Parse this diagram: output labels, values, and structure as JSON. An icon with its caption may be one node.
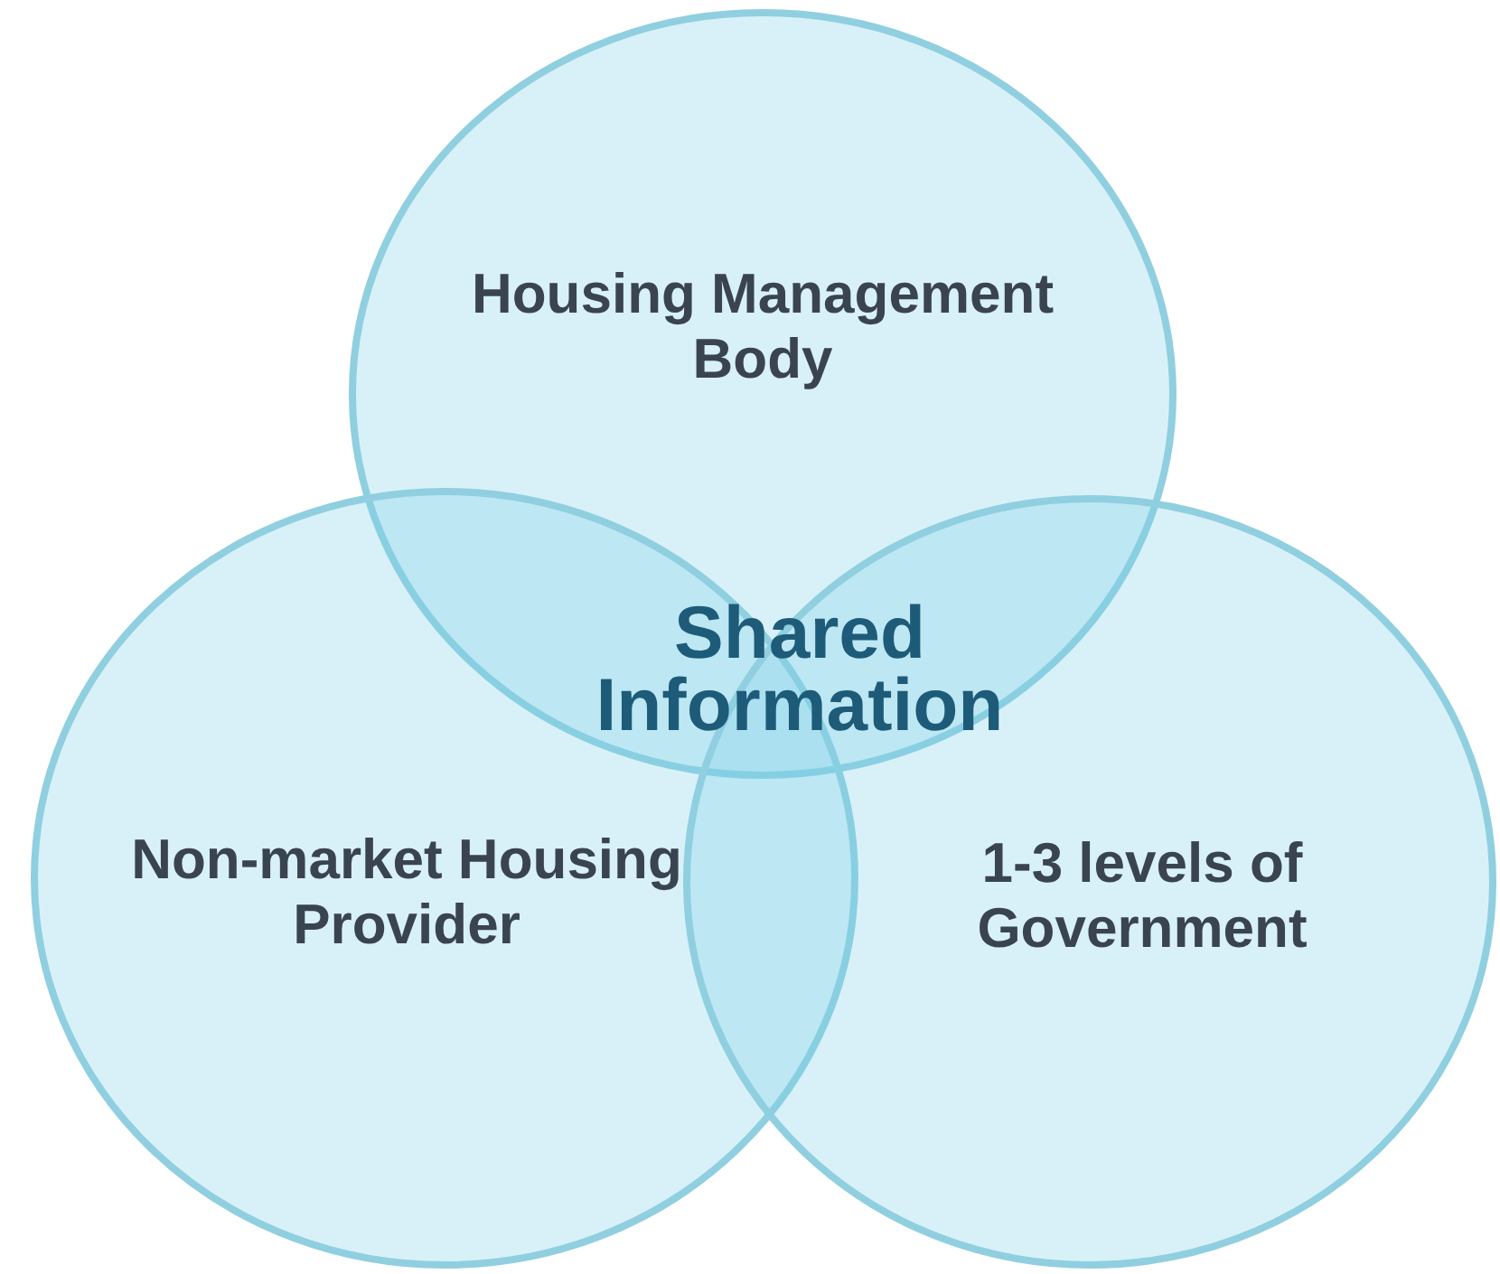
{
  "diagram": {
    "nodes": [
      {
        "text": [
          "Housing Management Body"
        ]
      },
      {
        "text": [
          "Non-market Housing Provider"
        ]
      },
      {
        "text": [
          "1-3 levels of Government"
        ]
      }
    ],
    "labels": [
      "Shared Information"
    ]
  }
}
